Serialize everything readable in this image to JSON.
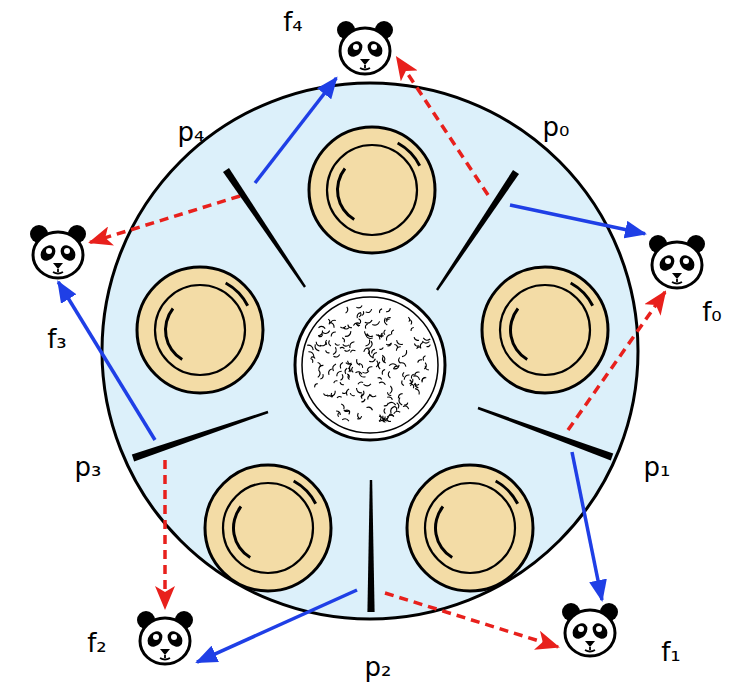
{
  "diagram": {
    "nodes": [
      {
        "text": [
          "f₀"
        ]
      },
      {
        "text": [
          "f₁"
        ]
      },
      {
        "text": [
          "f₂"
        ]
      },
      {
        "text": [
          "f₃"
        ]
      },
      {
        "text": [
          "f₄"
        ]
      },
      {
        "text": [
          "p₀"
        ]
      },
      {
        "text": [
          "p₁"
        ]
      },
      {
        "text": [
          "p₂"
        ]
      },
      {
        "text": [
          "p₃"
        ]
      },
      {
        "text": [
          "p₄"
        ]
      }
    ],
    "edges": [
      {
        "from": 5,
        "to": 0,
        "arrow": "to"
      },
      {
        "from": 5,
        "to": 4,
        "arrow": "to"
      },
      {
        "from": 6,
        "to": 1,
        "arrow": "to"
      },
      {
        "from": 6,
        "to": 0,
        "arrow": "to"
      },
      {
        "from": 7,
        "to": 2,
        "arrow": "to"
      },
      {
        "from": 7,
        "to": 1,
        "arrow": "to"
      },
      {
        "from": 8,
        "to": 3,
        "arrow": "to"
      },
      {
        "from": 8,
        "to": 2,
        "arrow": "to"
      },
      {
        "from": 9,
        "to": 4,
        "arrow": "to"
      },
      {
        "from": 9,
        "to": 3,
        "arrow": "to"
      }
    ]
  }
}
